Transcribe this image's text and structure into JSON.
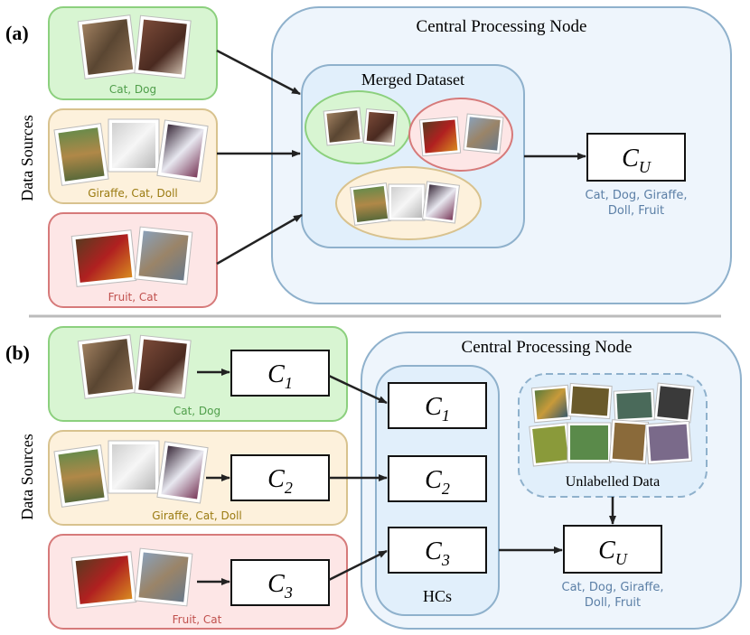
{
  "panel_a": {
    "label": "(a)",
    "data_sources_label": "Data Sources",
    "sources": [
      {
        "caption": "Cat, Dog",
        "images": [
          "cat-photo",
          "dog-photo"
        ]
      },
      {
        "caption": "Giraffe, Cat, Doll",
        "images": [
          "giraffe-photo",
          "white-cat-photo",
          "doll-photo"
        ]
      },
      {
        "caption": "Fruit, Cat",
        "images": [
          "fruit-photo",
          "cat-photo"
        ]
      }
    ],
    "central_node_title": "Central Processing Node",
    "merged_dataset_label": "Merged Dataset",
    "unified_classifier": {
      "base": "C",
      "sub": "U"
    },
    "unified_classes_line1": "Cat, Dog, Giraffe,",
    "unified_classes_line2": "Doll, Fruit"
  },
  "panel_b": {
    "label": "(b)",
    "data_sources_label": "Data Sources",
    "sources": [
      {
        "caption": "Cat, Dog",
        "classifier": {
          "base": "C",
          "sub": "1"
        }
      },
      {
        "caption": "Giraffe, Cat, Doll",
        "classifier": {
          "base": "C",
          "sub": "2"
        }
      },
      {
        "caption": "Fruit, Cat",
        "classifier": {
          "base": "C",
          "sub": "3"
        }
      }
    ],
    "central_node_title": "Central Processing Node",
    "hcs_label": "HCs",
    "unlabelled_data_label": "Unlabelled Data",
    "unified_classifier": {
      "base": "C",
      "sub": "U"
    },
    "unified_classes_line1": "Cat, Dog, Giraffe,",
    "unified_classes_line2": "Doll, Fruit"
  },
  "colors": {
    "green_fill": "#d8f5d2",
    "green_stroke": "#8cd07e",
    "yellow_fill": "#fdf1dc",
    "yellow_stroke": "#d8c28e",
    "red_fill": "#fde6e6",
    "red_stroke": "#d67a7a",
    "blue_fill": "#eef5fc",
    "blue_stroke": "#8fb1cc",
    "inner_blue_fill": "#e1effb",
    "green_text": "#4f9e4a",
    "yellow_text": "#9a7a10",
    "red_text": "#c0504d",
    "blue_text": "#5b7fa6"
  }
}
